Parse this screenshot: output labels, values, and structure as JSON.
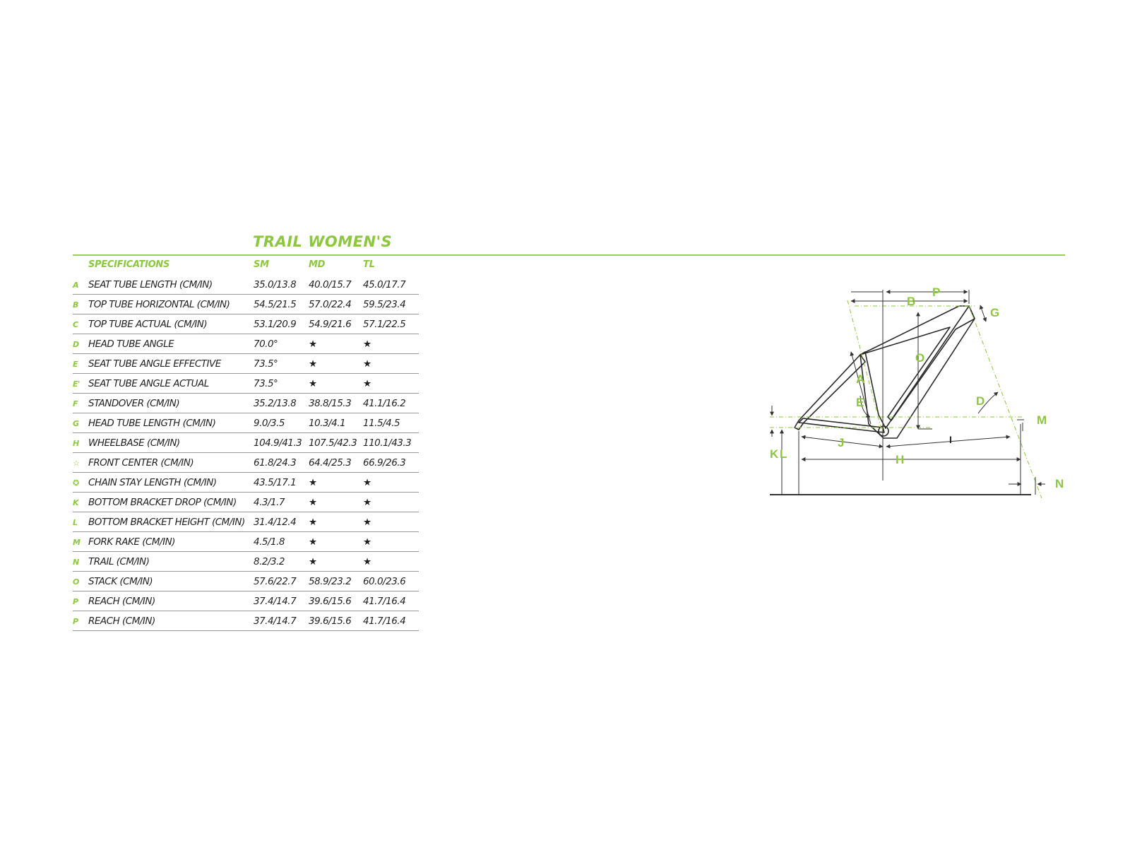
{
  "title": "TRAIL WOMEN'S",
  "header": {
    "spec": "SPECIFICATIONS",
    "sm": "SM",
    "md": "MD",
    "tl": "TL"
  },
  "rows": [
    {
      "key": "A",
      "name": "SEAT TUBE LENGTH (CM/IN)",
      "sm": "35.0/13.8",
      "md": "40.0/15.7",
      "tl": "45.0/17.7"
    },
    {
      "key": "B",
      "name": "TOP TUBE HORIZONTAL (CM/IN)",
      "sm": "54.5/21.5",
      "md": "57.0/22.4",
      "tl": "59.5/23.4"
    },
    {
      "key": "C",
      "name": "TOP TUBE ACTUAL (CM/IN)",
      "sm": "53.1/20.9",
      "md": "54.9/21.6",
      "tl": "57.1/22.5"
    },
    {
      "key": "D",
      "name": "HEAD TUBE ANGLE",
      "sm": "70.0°",
      "md": "★",
      "tl": "★"
    },
    {
      "key": "E",
      "name": "SEAT TUBE ANGLE EFFECTIVE",
      "sm": "73.5°",
      "md": "★",
      "tl": "★"
    },
    {
      "key": "E'",
      "name": "SEAT TUBE ANGLE ACTUAL",
      "sm": "73.5°",
      "md": "★",
      "tl": "★"
    },
    {
      "key": "F",
      "name": "STANDOVER (CM/IN)",
      "sm": "35.2/13.8",
      "md": "38.8/15.3",
      "tl": "41.1/16.2"
    },
    {
      "key": "G",
      "name": "HEAD TUBE LENGTH (CM/IN)",
      "sm": "9.0/3.5",
      "md": "10.3/4.1",
      "tl": "11.5/4.5"
    },
    {
      "key": "H",
      "name": "WHEELBASE (CM/IN)",
      "sm": "104.9/41.3",
      "md": "107.5/42.3",
      "tl": "110.1/43.3"
    },
    {
      "key": "☆",
      "name": "FRONT CENTER (CM/IN)",
      "sm": "61.8/24.3",
      "md": "64.4/25.3",
      "tl": "66.9/26.3"
    },
    {
      "key": "✪",
      "name": "CHAIN STAY LENGTH (CM/IN)",
      "sm": "43.5/17.1",
      "md": "★",
      "tl": "★"
    },
    {
      "key": "K",
      "name": "BOTTOM BRACKET DROP (CM/IN)",
      "sm": "4.3/1.7",
      "md": "★",
      "tl": "★"
    },
    {
      "key": "L",
      "name": "BOTTOM BRACKET HEIGHT (CM/IN)",
      "sm": "31.4/12.4",
      "md": "★",
      "tl": "★"
    },
    {
      "key": "M",
      "name": "FORK RAKE (CM/IN)",
      "sm": "4.5/1.8",
      "md": "★",
      "tl": "★"
    },
    {
      "key": "N",
      "name": "TRAIL (CM/IN)",
      "sm": "8.2/3.2",
      "md": "★",
      "tl": "★"
    },
    {
      "key": "O",
      "name": "STACK (CM/IN)",
      "sm": "57.6/22.7",
      "md": "58.9/23.2",
      "tl": "60.0/23.6"
    },
    {
      "key": "P",
      "name": "REACH (CM/IN)",
      "sm": "37.4/14.7",
      "md": "39.6/15.6",
      "tl": "41.7/16.4"
    },
    {
      "key": "P",
      "name": "REACH (CM/IN)",
      "sm": "37.4/14.7",
      "md": "39.6/15.6",
      "tl": "41.7/16.4"
    }
  ],
  "diagram": {
    "labels": {
      "p": "P",
      "b": "B",
      "g": "G",
      "o": "O",
      "a": "A",
      "e": "E",
      "d": "D",
      "m": "M",
      "j": "J",
      "i": "I",
      "k": "K",
      "l": "L",
      "h": "H",
      "n": "N"
    },
    "accent_color": "#8dc63f"
  }
}
